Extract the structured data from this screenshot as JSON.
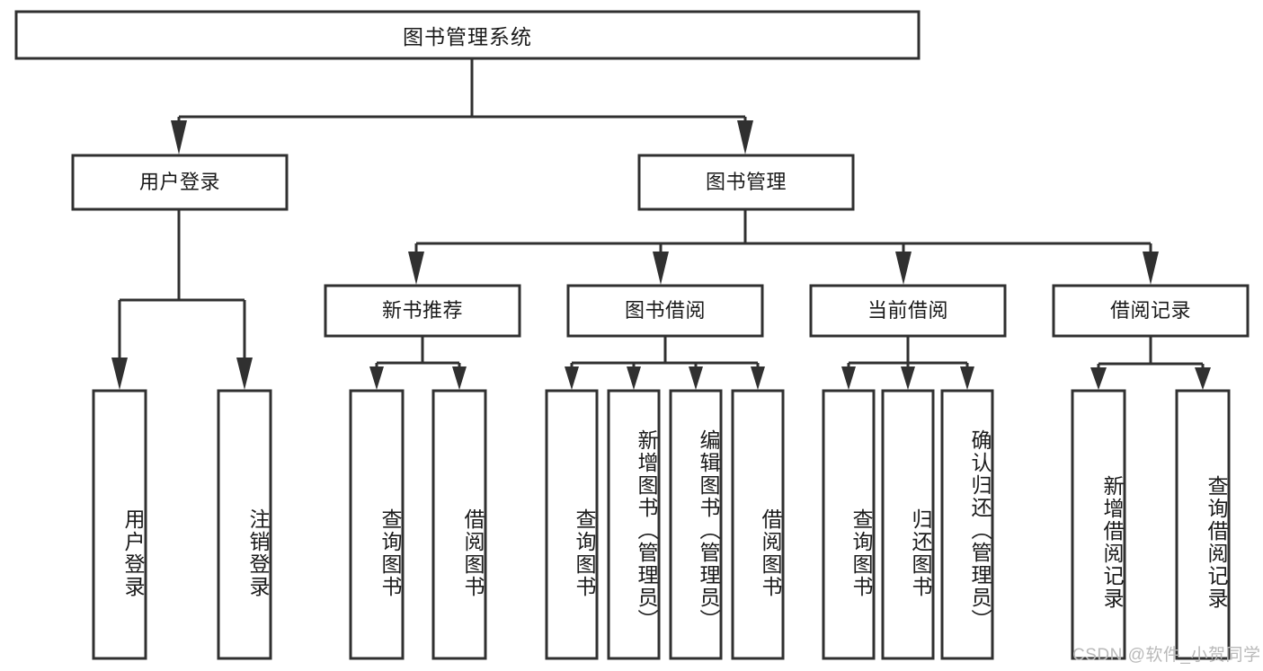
{
  "diagram": {
    "type": "hierarchy-tree",
    "title": "图书管理系统",
    "watermark": "CSDN @软件_小贺同学",
    "colors": {
      "stroke": "#303030",
      "fill": "#ffffff",
      "text": "#1a1a1a",
      "watermark": "#b9b9b9"
    },
    "levels": {
      "root": {
        "label": "图书管理系统"
      },
      "level2": [
        {
          "id": "user-login",
          "label": "用户登录"
        },
        {
          "id": "book-management",
          "label": "图书管理"
        }
      ],
      "level3": [
        {
          "id": "new-book-recommend",
          "label": "新书推荐",
          "parent": "book-management"
        },
        {
          "id": "book-borrow",
          "label": "图书借阅",
          "parent": "book-management"
        },
        {
          "id": "current-borrow",
          "label": "当前借阅",
          "parent": "book-management"
        },
        {
          "id": "borrow-record",
          "label": "借阅记录",
          "parent": "book-management"
        }
      ],
      "leaves": {
        "user-login": [
          {
            "id": "leaf-user-login",
            "label": "用户登录"
          },
          {
            "id": "leaf-logout-login",
            "label": "注销登录"
          }
        ],
        "new-book-recommend": [
          {
            "id": "leaf-query-book-1",
            "label": "查询图书"
          },
          {
            "id": "leaf-borrow-book-1",
            "label": "借阅图书"
          }
        ],
        "book-borrow": [
          {
            "id": "leaf-query-book-2",
            "label": "查询图书"
          },
          {
            "id": "leaf-add-book",
            "label": "新增图书（管理员）"
          },
          {
            "id": "leaf-edit-book",
            "label": "编辑图书（管理员）"
          },
          {
            "id": "leaf-borrow-book-2",
            "label": "借阅图书"
          }
        ],
        "current-borrow": [
          {
            "id": "leaf-query-book-3",
            "label": "查询图书"
          },
          {
            "id": "leaf-return-book",
            "label": "归还图书"
          },
          {
            "id": "leaf-confirm-return",
            "label": "确认归还（管理员）"
          }
        ],
        "borrow-record": [
          {
            "id": "leaf-add-record",
            "label": "新增借阅记录"
          },
          {
            "id": "leaf-query-record",
            "label": "查询借阅记录"
          }
        ]
      }
    }
  }
}
